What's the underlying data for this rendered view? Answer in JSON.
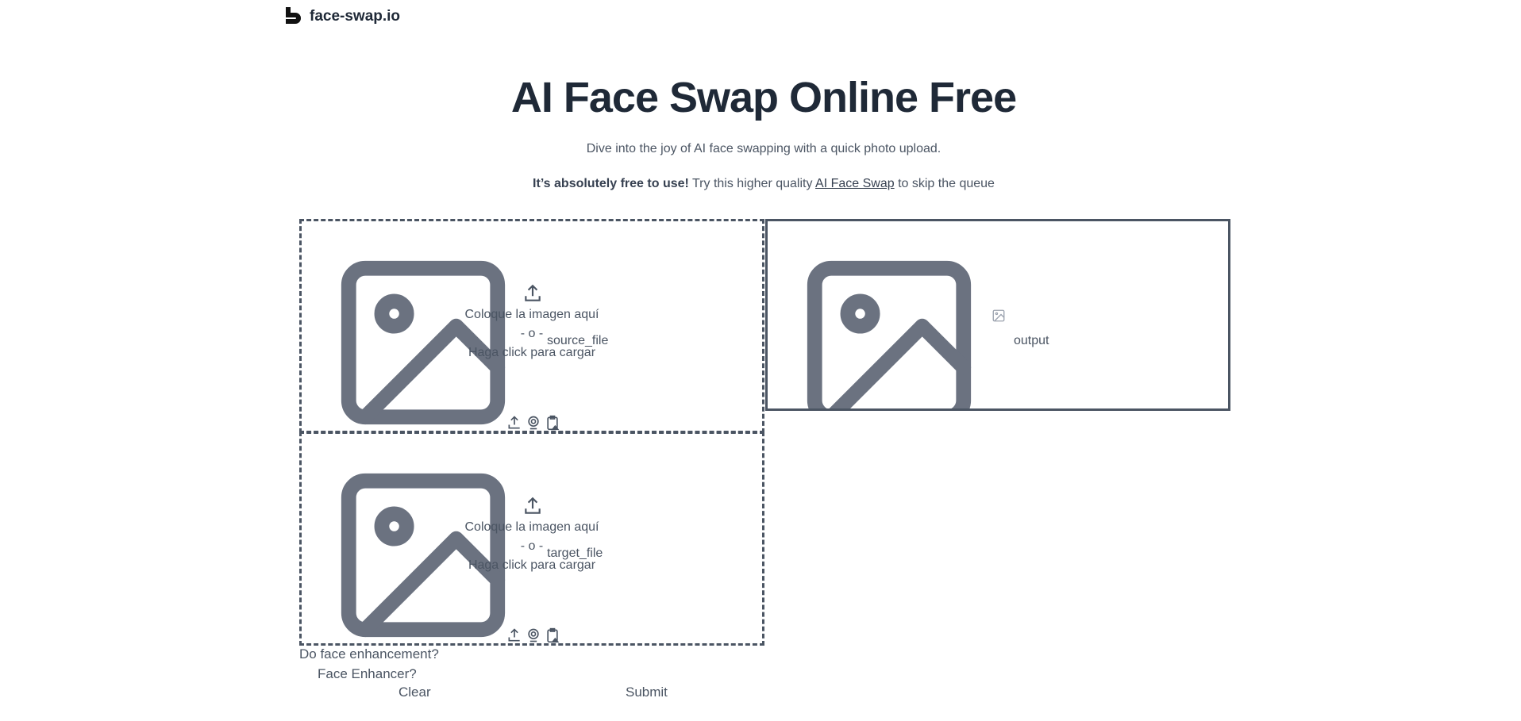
{
  "header": {
    "brand": "face-swap.io"
  },
  "hero": {
    "title": "AI Face Swap Online Free",
    "subtitle": "Dive into the joy of AI face swapping with a quick photo upload.",
    "free_bold": "It’s absolutely free to use!",
    "free_pre": " Try this higher quality ",
    "free_link": "AI Face Swap",
    "free_post": " to skip the queue"
  },
  "inputs": [
    {
      "label": "source_file",
      "drop": "Coloque la imagen aquí",
      "or": "- o -",
      "click": "Haga click para cargar"
    },
    {
      "label": "target_file",
      "drop": "Coloque la imagen aquí",
      "or": "- o -",
      "click": "Haga click para cargar"
    }
  ],
  "output": {
    "label": "output"
  },
  "enhance": {
    "question": "Do face enhancement?",
    "checkbox_label": "Face Enhancer?"
  },
  "buttons": {
    "clear": "Clear",
    "submit": "Submit"
  },
  "colors": {
    "text": "#1f2937",
    "icon": "#6b7280",
    "border": "#4b5563"
  }
}
